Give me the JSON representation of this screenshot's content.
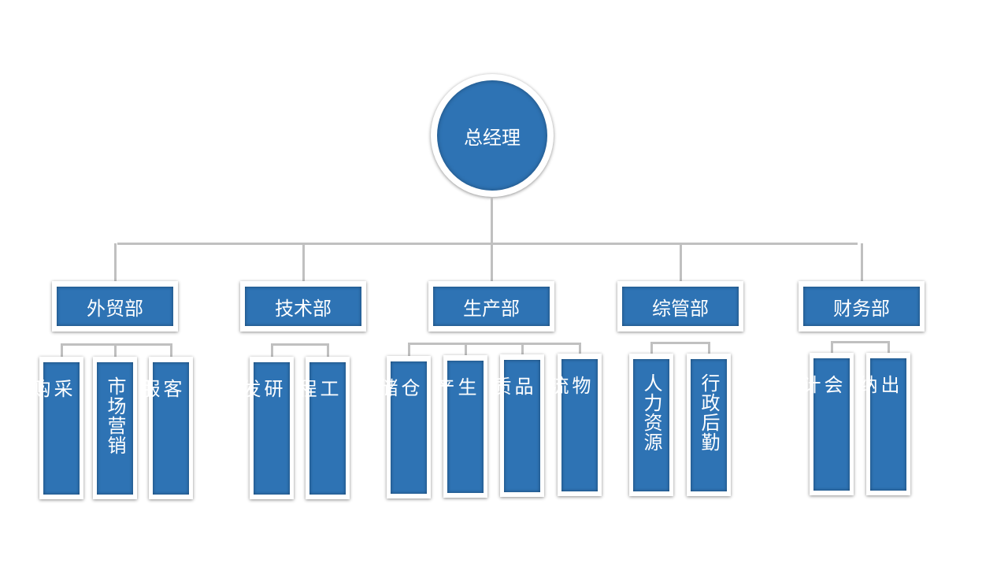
{
  "root": {
    "label": "总经理"
  },
  "departments": [
    {
      "label": "外贸部",
      "children": [
        "采购",
        "市场营销",
        "客服"
      ]
    },
    {
      "label": "技术部",
      "children": [
        "研发",
        "工程"
      ]
    },
    {
      "label": "生产部",
      "children": [
        "仓储",
        "生产",
        "品质",
        "物流"
      ]
    },
    {
      "label": "综管部",
      "children": [
        "人力资源",
        "行政后勤"
      ]
    },
    {
      "label": "财务部",
      "children": [
        "会计",
        "出纳"
      ]
    }
  ],
  "colors": {
    "box": "#2e73b4",
    "connector": "#c0c0c0"
  }
}
